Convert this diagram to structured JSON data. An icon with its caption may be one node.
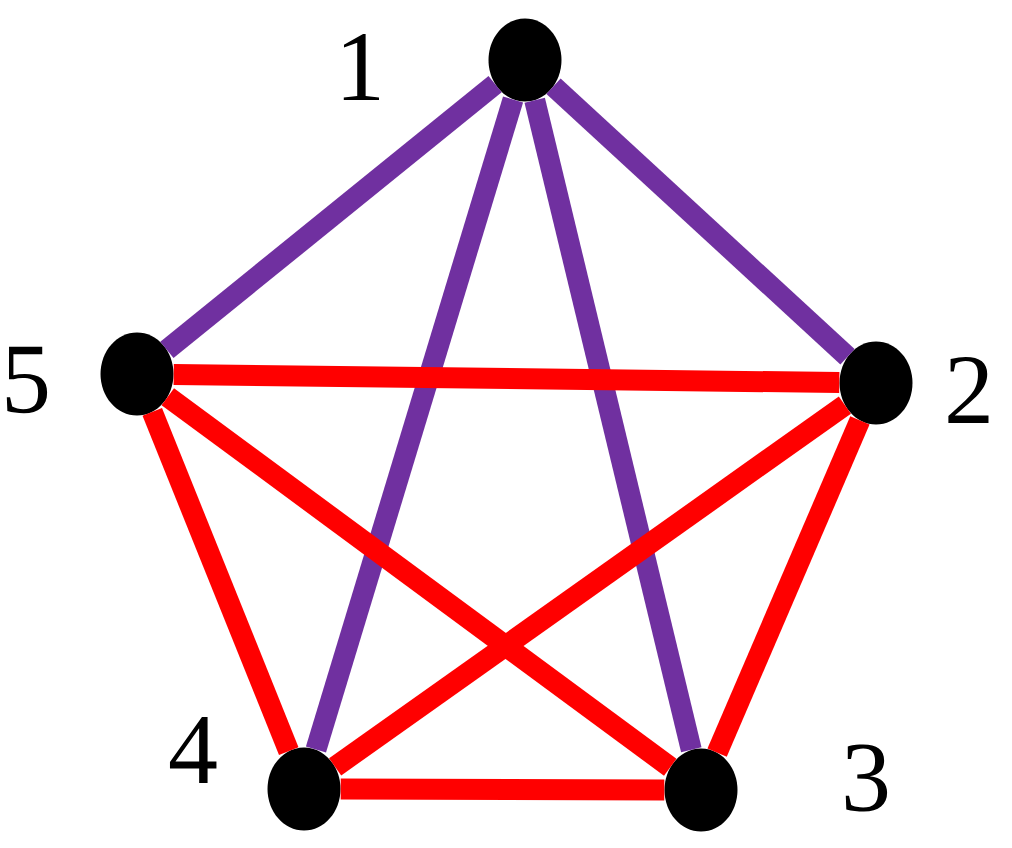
{
  "diagram": {
    "nodes": [
      {
        "text": [],
        "shape": "circle",
        "beside": [
          "1"
        ]
      },
      {
        "text": [],
        "shape": "circle",
        "beside": [
          "2"
        ]
      },
      {
        "text": [],
        "shape": "circle",
        "beside": [
          "3"
        ]
      },
      {
        "text": [],
        "shape": "circle",
        "beside": [
          "4"
        ]
      },
      {
        "text": [],
        "shape": "circle",
        "beside": [
          "5"
        ]
      }
    ],
    "edges": [
      {
        "from": 0,
        "to": 1,
        "arrow": "none",
        "color": "#7030a0"
      },
      {
        "from": 0,
        "to": 2,
        "arrow": "none",
        "color": "#7030a0"
      },
      {
        "from": 0,
        "to": 3,
        "arrow": "none",
        "color": "#7030a0"
      },
      {
        "from": 0,
        "to": 4,
        "arrow": "none",
        "color": "#7030a0"
      },
      {
        "from": 1,
        "to": 2,
        "arrow": "none"
      },
      {
        "from": 1,
        "to": 3,
        "arrow": "none"
      },
      {
        "from": 1,
        "to": 4,
        "arrow": "none"
      },
      {
        "from": 2,
        "to": 3,
        "arrow": "none"
      },
      {
        "from": 2,
        "to": 4,
        "arrow": "none"
      },
      {
        "from": 3,
        "to": 4,
        "arrow": "none"
      }
    ]
  }
}
